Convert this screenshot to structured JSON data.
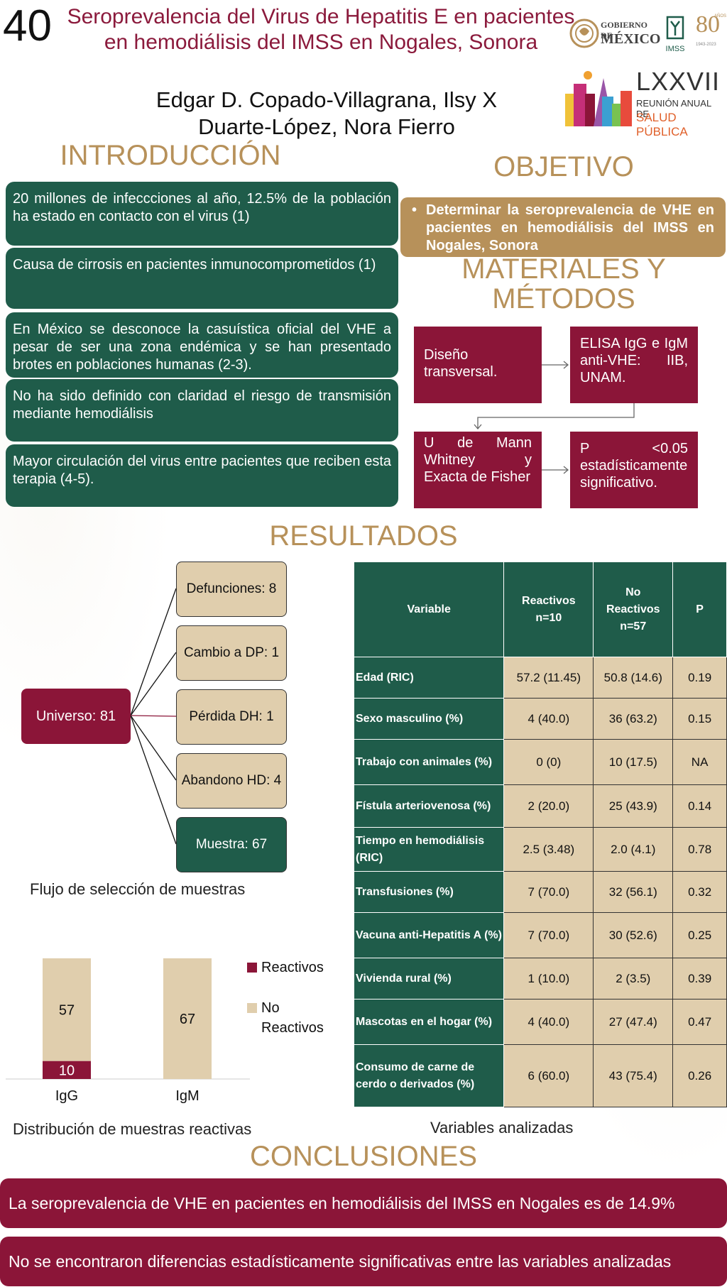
{
  "header": {
    "poster_number": "40",
    "title": "Seroprevalencia del Virus de Hepatitis E en pacientes en hemodiálisis del IMSS en Nogales, Sonora",
    "authors": "Edgar D. Copado-Villagrana, Ilsy X Duarte-López, Nora Fierro",
    "logo_gobierno_line1": "GOBIERNO DE",
    "logo_gobierno_line2": "MÉXICO",
    "logo_imss": "IMSS",
    "logo_80": "80",
    "logo_80_anos": "AÑOS",
    "logo_80_years": "1943-2023",
    "reunion_number": "LXXVII",
    "reunion_line1": "REUNIÓN ANUAL DE",
    "reunion_line2": "SALUD PÚBLICA"
  },
  "introduccion": {
    "title": "INTRODUCCIÓN",
    "items": [
      "20 millones de infeccciones al año,  12.5% de la población ha estado en contacto con el virus (1)",
      "Causa de cirrosis en pacientes inmunocomprometidos (1)",
      "En México se desconoce la casuística oficial del VHE a pesar de ser una zona endémica y se han presentado brotes en poblaciones humanas (2-3).",
      "No ha sido definido con claridad el riesgo de transmisión mediante hemodiálisis",
      "Mayor circulación del virus entre pacientes que reciben esta terapia (4-5)."
    ]
  },
  "objetivo": {
    "title": "OBJETIVO",
    "bullet": "•",
    "text": "Determinar la seroprevalencia de VHE en pacientes en hemodiálisis del IMSS en Nogales, Sonora"
  },
  "metodos": {
    "title_line1": "MATERIALES Y",
    "title_line2": "MÉTODOS",
    "steps": [
      "Diseño transversal.",
      "ELISA IgG e IgM anti-VHE: IIB, UNAM.",
      "U de Mann Whitney y Exacta de Fisher",
      "P <0.05 estadísticamente significativo."
    ]
  },
  "resultados": {
    "title": "RESULTADOS",
    "flow": {
      "universe": "Universo: 81",
      "branches": [
        "Defunciones: 8",
        "Cambio a DP: 1",
        "Pérdida DH: 1",
        "Abandono HD: 4"
      ],
      "sample": "Muestra: 67",
      "caption": "Flujo de selección de muestras"
    },
    "chart_caption": "Distribución de muestras reactivas",
    "table_caption": "Variables analizadas",
    "table": {
      "headers": [
        "Variable",
        "Reactivos n=10",
        "No Reactivos n=57",
        "P"
      ],
      "rows": [
        [
          "Edad (RIC)",
          "57.2 (11.45)",
          "50.8 (14.6)",
          "0.19"
        ],
        [
          "Sexo masculino (%)",
          "4 (40.0)",
          "36 (63.2)",
          "0.15"
        ],
        [
          "Trabajo con animales (%)",
          "0 (0)",
          "10 (17.5)",
          "NA"
        ],
        [
          "Fístula arteriovenosa (%)",
          "2 (20.0)",
          "25 (43.9)",
          "0.14"
        ],
        [
          "Tiempo en hemodiálisis (RIC)",
          "2.5 (3.48)",
          "2.0 (4.1)",
          "0.78"
        ],
        [
          "Transfusiones (%)",
          "7 (70.0)",
          "32 (56.1)",
          "0.32"
        ],
        [
          "Vacuna anti-Hepatitis A (%)",
          "7 (70.0)",
          "30 (52.6)",
          "0.25"
        ],
        [
          "Vivienda rural (%)",
          "1 (10.0)",
          "2 (3.5)",
          "0.39"
        ],
        [
          "Mascotas en el hogar (%)",
          "4 (40.0)",
          "27 (47.4)",
          "0.47"
        ],
        [
          "Consumo de carne de cerdo o derivados (%)",
          "6 (60.0)",
          "43 (75.4)",
          "0.26"
        ]
      ]
    }
  },
  "conclusiones": {
    "title": "CONCLUSIONES",
    "items": [
      "La seroprevalencia de VHE en pacientes en hemodiálisis del IMSS en Nogales es de 14.9%",
      "No se encontraron diferencias estadísticamente significativas entre las variables analizadas"
    ]
  },
  "colors": {
    "green": "#1f5c4a",
    "crimson": "#8b1538",
    "gold": "#b7915a",
    "tan": "#e0cead"
  },
  "chart_data": {
    "type": "bar",
    "stacked": true,
    "categories": [
      "IgG",
      "IgM"
    ],
    "series": [
      {
        "name": "Reactivos",
        "values": [
          10,
          0
        ],
        "color": "#8b1538"
      },
      {
        "name": "No Reactivos",
        "values": [
          57,
          67
        ],
        "color": "#e0cead"
      }
    ],
    "ylim": [
      0,
      67
    ],
    "grid": false,
    "legend": "right"
  }
}
